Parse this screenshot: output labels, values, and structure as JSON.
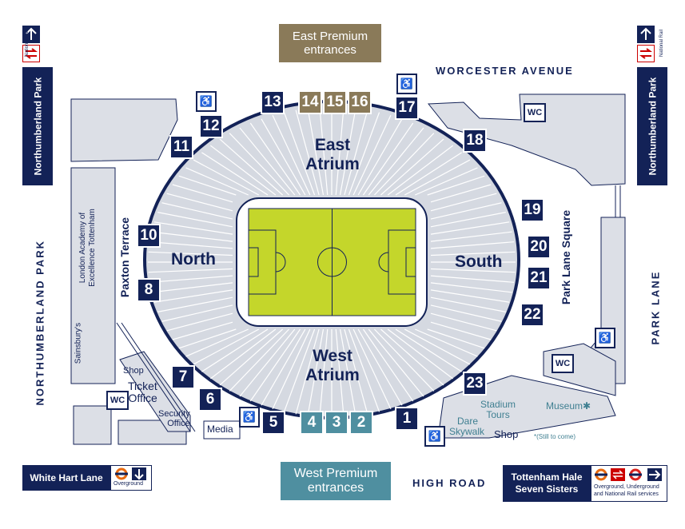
{
  "top_entrance": {
    "line1": "East Premium",
    "line2": "entrances"
  },
  "bottom_entrance": {
    "line1": "West Premium",
    "line2": "entrances"
  },
  "streets": {
    "worcester": "WORCESTER AVENUE",
    "high_road": "HIGH ROAD",
    "park_lane": "PARK LANE",
    "northumberland_park": "NORTHUMBERLAND PARK"
  },
  "stands": {
    "east_1": "East",
    "east_2": "Atrium",
    "west_1": "West",
    "west_2": "Atrium",
    "north": "North",
    "south": "South"
  },
  "gates": [
    "1",
    "2",
    "3",
    "4",
    "5",
    "6",
    "7",
    "8",
    "10",
    "11",
    "12",
    "13",
    "14",
    "15",
    "16",
    "17",
    "18",
    "19",
    "20",
    "21",
    "22",
    "23"
  ],
  "side_labels": {
    "paxton": "Paxton Terrace",
    "park_lane_square": "Park Lane Square",
    "academy_1": "London Academy of",
    "academy_2": "Excellence Tottenham",
    "sainsburys": "Sainsbury's",
    "shop": "Shop",
    "ticket_1": "Ticket",
    "ticket_2": "Office",
    "security_1": "Security",
    "security_2": "Office",
    "media": "Media",
    "wc": "WC",
    "stadium_tours_1": "Stadium",
    "stadium_tours_2": "Tours",
    "dare_1": "Dare",
    "dare_2": "Skywalk",
    "shop_bottom": "Shop",
    "museum": "Museum",
    "still_to_come": "(Still to come)"
  },
  "stations": {
    "northumberland_park_left": "Northumberland Park",
    "northumberland_park_right": "Northumberland Park",
    "national_rail": "National Rail",
    "white_hart_lane": "White Hart Lane",
    "overground": "Overground",
    "tottenham_hale": "Tottenham Hale",
    "seven_sisters": "Seven Sisters",
    "services_1": "Overground, Underground",
    "services_2": "and National Rail services"
  },
  "colors": {
    "navy": "#132257",
    "brown": "#8a7a59",
    "teal": "#4f8fa0",
    "pitch": "#c4d62b",
    "stand": "#d5d9e1"
  }
}
